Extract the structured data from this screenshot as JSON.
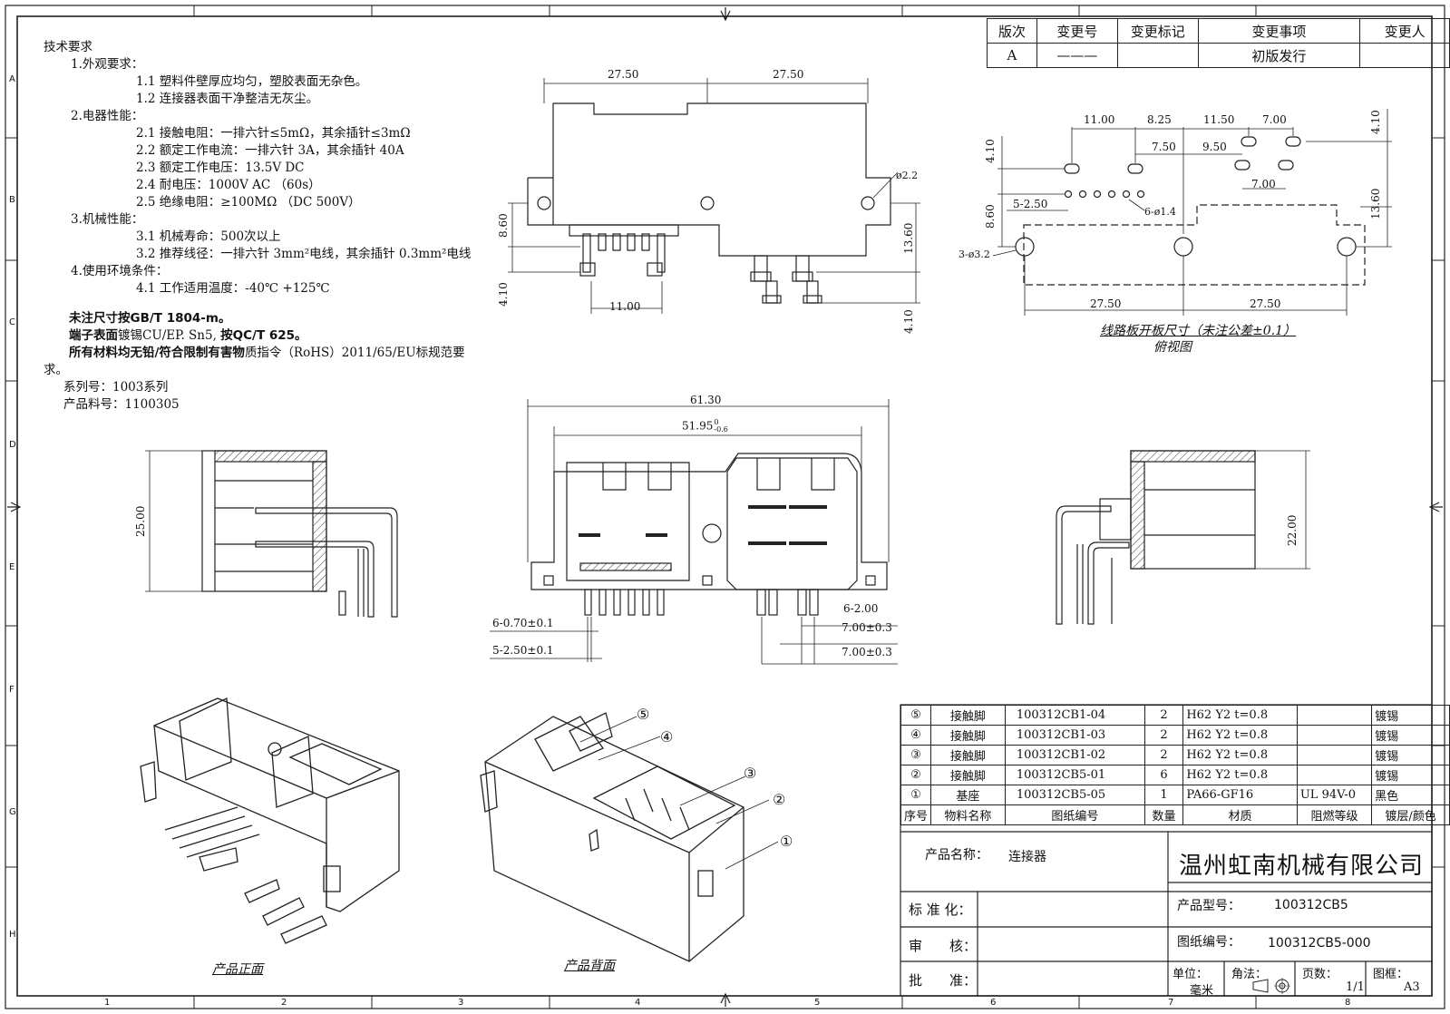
{
  "border": {
    "col_labels": [
      "1",
      "2",
      "3",
      "4",
      "5",
      "6",
      "7",
      "8"
    ],
    "row_labels": [
      "A",
      "B",
      "C",
      "D",
      "E",
      "F",
      "G",
      "H"
    ]
  },
  "requirements": {
    "title": "技术要求",
    "lines": [
      "1.外观要求：",
      "1.1 塑料件壁厚应均匀，塑胶表面无杂色。",
      "1.2 连接器表面干净整洁无灰尘。",
      "2.电器性能：",
      "2.1 接触电阻：一排六针≤5mΩ，其余插针≤3mΩ",
      "2.2 额定工作电流：一排六针 3A，其余插针 40A",
      "2.3 额定工作电压：13.5V DC",
      "2.4 耐电压：1000V AC （60s）",
      "2.5 绝缘电阻：≥100MΩ （DC 500V）",
      "3.机械性能：",
      "3.1 机械寿命：500次以上",
      "3.2 推荐线径：一排六针 3mm²电线，其余插针 0.3mm²电线",
      "4.使用环境条件：",
      "4.1 工作适用温度：-40℃ +125℃"
    ],
    "note1_bold": "未注尺寸按GB/T 1804-m。",
    "note2_bold_a": "端子表面",
    "note2_normal": "镀锡CU/EP. Sn5, ",
    "note2_bold_b": "按QC/T 625。",
    "note3_bold": "所有材料均无铅/符合限制有害物",
    "note3_normal": "质指令（RoHS）2011/65/EU标规范要",
    "note3_wrap": "求。",
    "series": "系列号：1003系列",
    "part_no": "产品料号：1100305"
  },
  "revision": {
    "headers": [
      "版次",
      "变更号",
      "变更标记",
      "变更事项",
      "变更人"
    ],
    "row": [
      "A",
      "———",
      "",
      "初版发行",
      ""
    ]
  },
  "dims": {
    "top_27_50_a": "27.50",
    "top_27_50_b": "27.50",
    "phi_2_2": "ø2.2",
    "d_8_60": "8.60",
    "d_13_60": "13.60",
    "d_4_10": "4.10",
    "d_11_00": "11.00",
    "d_4_10_b": "4.10",
    "front_61_30": "61.30",
    "front_51_95": "51.95",
    "front_tol_up": "0",
    "front_tol_dn": "-0.6",
    "d_25_00": "25.00",
    "d_22_00": "22.00",
    "p_6_070": "6-0.70±0.1",
    "p_5_250": "5-2.50±0.1",
    "p_6_200": "6-2.00",
    "p_7_00_a": "7.00±0.3",
    "p_7_00_b": "7.00±0.3",
    "pcb_11_00": "11.00",
    "pcb_8_25": "8.25",
    "pcb_11_50": "11.50",
    "pcb_7_00": "7.00",
    "pcb_7_50": "7.50",
    "pcb_9_50": "9.50",
    "pcb_7_00_b": "7.00",
    "pcb_5_250": "5-2.50",
    "pcb_6_14": "6-ø1.4",
    "pcb_3_32": "3-ø3.2",
    "pcb_4_10": "4.10",
    "pcb_8_60": "8.60",
    "pcb_4_10_r": "4.10",
    "pcb_13_60": "13.60",
    "pcb_27_50_a": "27.50",
    "pcb_27_50_b": "27.50"
  },
  "captions": {
    "pcb": "线路板开板尺寸（未注公差±0.1）",
    "pcb_sub": "俯视图",
    "front": "产品正面",
    "back": "产品背面"
  },
  "balloons": [
    "⑤",
    "④",
    "③",
    "②",
    "①"
  ],
  "bom": {
    "rows": [
      [
        "⑤",
        "接触脚",
        "100312CB1-04",
        "2",
        "H62 Y2 t=0.8",
        "",
        "镀锡"
      ],
      [
        "④",
        "接触脚",
        "100312CB1-03",
        "2",
        "H62 Y2 t=0.8",
        "",
        "镀锡"
      ],
      [
        "③",
        "接触脚",
        "100312CB1-02",
        "2",
        "H62 Y2 t=0.8",
        "",
        "镀锡"
      ],
      [
        "②",
        "接触脚",
        "100312CB5-01",
        "6",
        "H62 Y2 t=0.8",
        "",
        "镀锡"
      ],
      [
        "①",
        "基座",
        "100312CB5-05",
        "1",
        "PA66-GF16",
        "UL 94V-0",
        "黑色"
      ]
    ],
    "header": [
      "序号",
      "物料名称",
      "图纸编号",
      "数量",
      "材质",
      "阻燃等级",
      "镀层/颜色"
    ]
  },
  "title_block": {
    "product_name_label": "产品名称：",
    "product_name": "连接器",
    "company": "温州虹南机械有限公司",
    "std_label": "标 准 化：",
    "model_label": "产品型号：",
    "model": "100312CB5",
    "review_label": "审　　核：",
    "drawing_label": "图纸编号：",
    "drawing_no": "100312CB5-000",
    "approve_label": "批　　准：",
    "unit_label": "单位：",
    "unit": "毫米",
    "angle_label": "角法：",
    "page_label": "页数：",
    "page": "1/1",
    "size_label": "图框：",
    "size": "A3"
  }
}
